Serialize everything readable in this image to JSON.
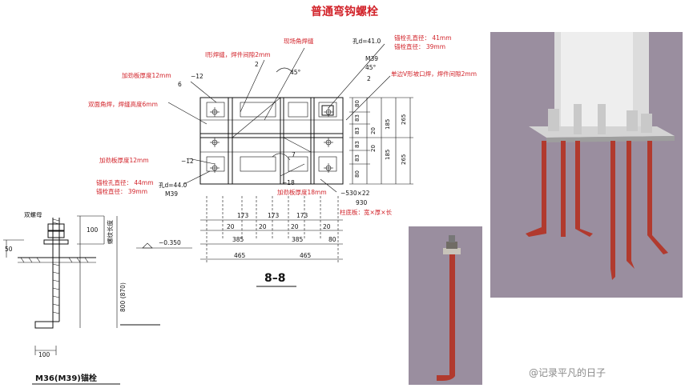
{
  "title": "普通弯钩螺栓",
  "section_label": "8–8",
  "bolt_label": "M36(M39)锚栓",
  "watermark": "@记录平凡的日子",
  "labels": {
    "field_weld": "现场角焊缝",
    "hole_top": "孔d=41.0",
    "bolt_hole_top": "锚栓孔直径：  41mm",
    "bolt_dia_top": "锚栓直径：  39mm",
    "m39_top": "M39",
    "angle_45_right": "45°",
    "v_weld": "单边V形坡口焊，焊件间隙2mm",
    "i_weld": "I形焊缝，焊件间隙2mm",
    "angle_45_left": "45°",
    "stiff_12_top": "加劲板厚度12mm",
    "dim_12_top": "−12",
    "double_fillet": "双面角焊，焊缝高度6mm",
    "stiff_12_bottom": "加劲板厚度12mm",
    "dim_12_bottom": "−12",
    "bolt_hole_bot": "锚栓孔直径：  44mm",
    "bolt_dia_bot": "锚栓直径：  39mm",
    "hole_bot": "孔d=44.0",
    "m39_bot": "M39",
    "dim_18": "−18",
    "stiff_18": "加劲板厚度18mm",
    "plate": "−530×22",
    "plate_930": "930",
    "plate_desc": "柱底板：宽×厚×长",
    "double_nut": "双螺母",
    "weld_sym_2": "2",
    "weld_sym_6": "6",
    "weld_sym_7": "7",
    "weld_sym_2b": "2"
  },
  "dims": {
    "right_col1": [
      "80",
      "83",
      "83",
      "83",
      "83",
      "80"
    ],
    "right_col2": [
      "20",
      "20"
    ],
    "right_col3": [
      "185",
      "185"
    ],
    "right_col4": [
      "265",
      "265"
    ],
    "bottom_row1": [
      "173",
      "173",
      "173"
    ],
    "bottom_row2": [
      "20",
      "20",
      "20",
      "20"
    ],
    "bottom_row3": [
      "385",
      "385",
      "80"
    ],
    "bottom_row4": [
      "465",
      "465"
    ],
    "elev": "−0.350",
    "bolt_100": "100",
    "bolt_thread": "螺纹长度",
    "bolt_50": "50",
    "bolt_800": "800 (870)",
    "bolt_hook": "100"
  }
}
